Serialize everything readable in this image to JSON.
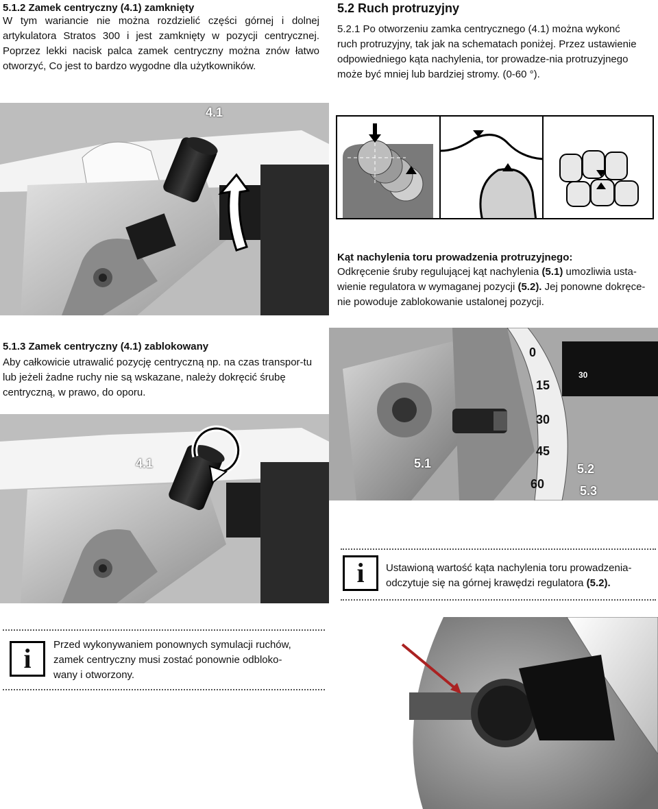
{
  "s512": {
    "heading": "5.1.2  Zamek centryczny (4.1) zamknięty",
    "body": "W tym wariancie nie można rozdzielić części górnej i dolnej artykulatora Stratos 300 i jest zamknięty w pozycji centrycznej. Poprzez lekki nacisk palca zamek centryczny można znów łatwo otworzyć, Co jest to bardzo wygodne dla użytkowników."
  },
  "s52": {
    "heading": "5.2   Ruch protruzyjny",
    "body_num": "5.2.1",
    "body": " Po otworzeniu zamka centrycznego (4.1) można wykonć ruch protruzyjny, tak jak na schematach poniżej. Przez ustawienie odpowiedniego kąta nachylenia, tor prowadze-nia protruzyjnego może być mniej lub bardziej stromy. (0-60 °)."
  },
  "photo1": {
    "label": "4.1"
  },
  "kat": {
    "heading": "Kąt nachylenia toru prowadzenia protruzyjnego:",
    "body_a": "Odkręcenie śruby regulującej kąt nachylenia ",
    "ref1": "(5.1)",
    "body_b": " umozliwia usta-wienie regulatora w wymaganej pozycji ",
    "ref2": "(5.2).",
    "body_c": " Jej ponowne dokręce-nie powoduje zablokowanie ustalonej pozycji."
  },
  "s513": {
    "heading": "5.1.3  Zamek centryczny (4.1) zablokowany",
    "body": "Aby całkowicie utrawalić pozycję centryczną np. na czas transpor-tu lub jeżeli żadne ruchy nie są wskazane, należy dokręcić śrubę centryczną, w prawo, do oporu."
  },
  "photo2": {
    "label_51": "5.1",
    "label_52": "5.2",
    "label_53": "5.3",
    "scale": [
      "0",
      "15",
      "30",
      "45",
      "60"
    ],
    "knob_scale": "30"
  },
  "photo3": {
    "label": "4.1"
  },
  "info1": {
    "icon": "i",
    "text_a": "Ustawioną wartość kąta nachylenia toru prowadzenia-odczytuje się na górnej krawędzi regulatora ",
    "text_ref": "(5.2)."
  },
  "info2": {
    "icon": "i",
    "text": "Przed wykonywaniem ponownych symulacji ruchów, zamek centryczny musi zostać ponownie odbloko-wany i otworzony."
  }
}
